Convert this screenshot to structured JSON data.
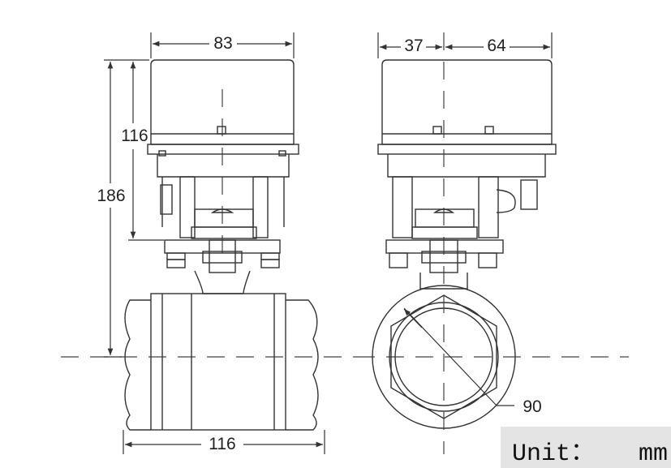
{
  "dimensions": {
    "left_width": "83",
    "left_actuator_height": "116",
    "left_total_height": "186",
    "left_body_length": "116",
    "right_left_offset": "37",
    "right_right_offset": "64",
    "right_diameter": "90"
  },
  "unit_label": "Unit：   mm",
  "colors": {
    "line": "#333333",
    "unit_bg": "#e4e4e4"
  }
}
